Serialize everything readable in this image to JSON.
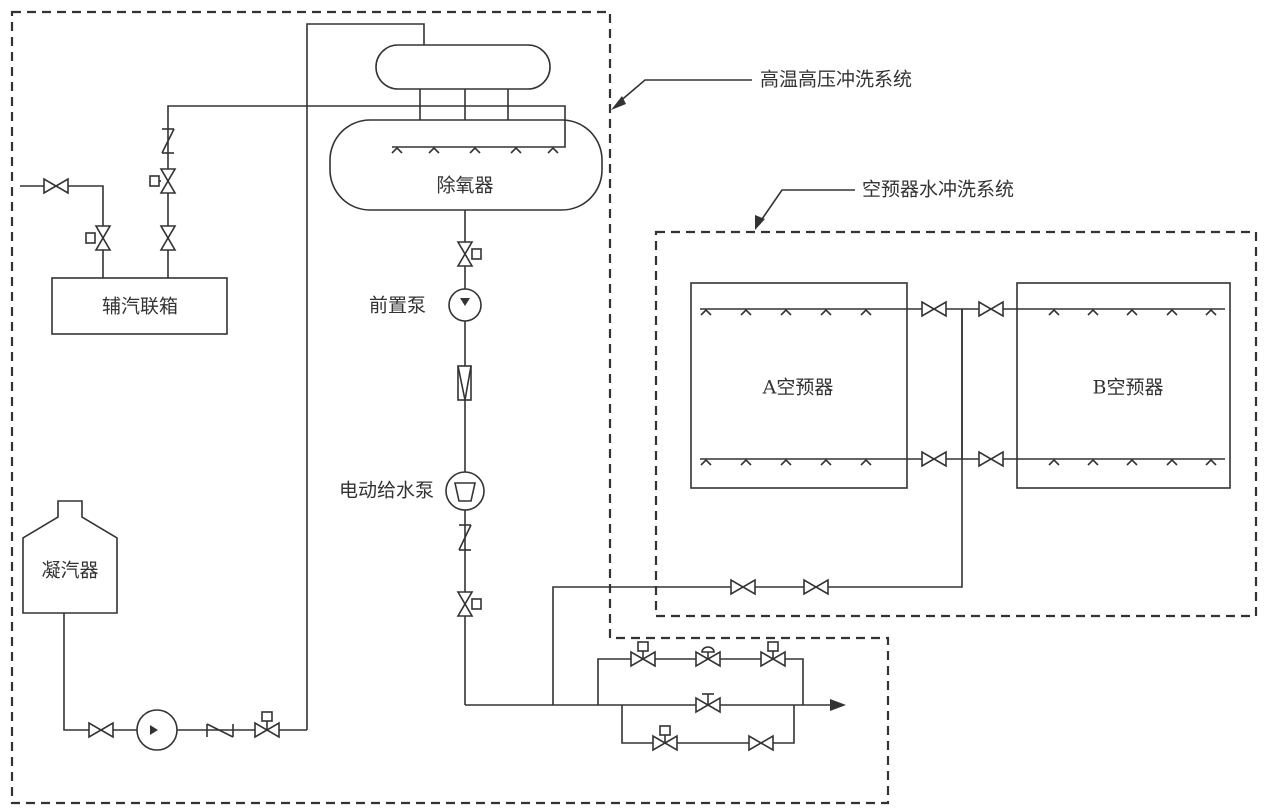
{
  "diagram": {
    "type": "process-flow-schematic",
    "colors": {
      "line": "#333333",
      "background": "#ffffff"
    },
    "regions": [
      {
        "id": "hthp",
        "label": "高温高压冲洗系统",
        "style": "dashed-boundary"
      },
      {
        "id": "aph",
        "label": "空预器水冲洗系统",
        "style": "dashed-boundary"
      }
    ],
    "equipment": {
      "deaerator": "除氧器",
      "aux_steam_header": "辅汽联箱",
      "condenser": "凝汽器",
      "booster_pump": "前置泵",
      "electric_feed_pump": "电动给水泵",
      "aph_a": "A空预器",
      "aph_b": "B空预器"
    },
    "symbols": [
      "gate-valve",
      "motor-operated-valve",
      "check-valve",
      "pump",
      "feed-pump",
      "filter",
      "spray-nozzle",
      "pneumatic-control-valve",
      "manual-globe-valve",
      "flow-arrow"
    ],
    "edges": [
      {
        "from": "aux_steam_header",
        "to": "deaerator",
        "via": [
          "motor-operated-valve",
          "gate-valve",
          "check-valve"
        ]
      },
      {
        "from": "external_steam",
        "to": "aux_steam_header",
        "via": [
          "gate-valve",
          "motor-operated-valve"
        ]
      },
      {
        "from": "condenser",
        "to": "deaerator",
        "via": [
          "gate-valve",
          "pump",
          "check-valve",
          "motor-operated-valve"
        ]
      },
      {
        "from": "deaerator",
        "to": "booster_pump",
        "via": [
          "motor-operated-valve"
        ]
      },
      {
        "from": "booster_pump",
        "to": "electric_feed_pump",
        "via": [
          "filter"
        ]
      },
      {
        "from": "electric_feed_pump",
        "to": "outlet",
        "via": [
          "check-valve",
          "motor-operated-valve",
          "control-station"
        ]
      },
      {
        "from": "feed_line",
        "to": "aph_a",
        "via": [
          "gate-valve",
          "gate-valve"
        ]
      },
      {
        "from": "feed_line",
        "to": "aph_b",
        "via": [
          "gate-valve",
          "gate-valve"
        ]
      }
    ]
  }
}
